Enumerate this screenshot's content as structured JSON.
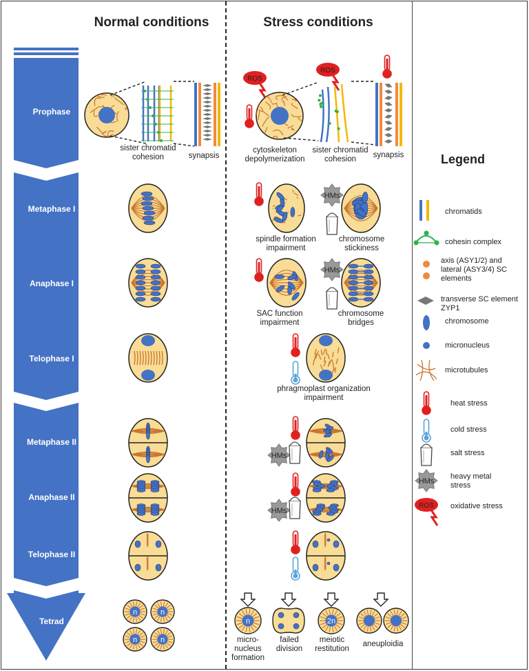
{
  "titles": {
    "normal": "Normal conditions",
    "stress": "Stress conditions",
    "legend": "Legend"
  },
  "stages": [
    "Prophase",
    "Metaphase I",
    "Anaphase I",
    "Telophase I",
    "Metaphase II",
    "Anaphase II",
    "Telophase II",
    "Tetrad"
  ],
  "normal_captions": {
    "cohesion": "sister chromatid cohesion",
    "synapsis": "synapsis"
  },
  "stress_captions": {
    "cytoskeleton": "cytoskeleton depolymerization",
    "cohesion": "sister chromatid cohesion",
    "synapsis": "synapsis",
    "spindle": "spindle formation impairment",
    "stickiness": "chromosome stickiness",
    "sac": "SAC function impairment",
    "bridges": "chromosome bridges",
    "phragmoplast": "phragmoplast organization impairment",
    "micronucleus": "micro-nucleus formation",
    "failed": "failed division",
    "restitution": "meiotic restitution",
    "aneuploidia": "aneuploidia"
  },
  "badges": {
    "ros": "ROS",
    "hms": "HMs",
    "n": "n",
    "twon": "2n"
  },
  "legend": [
    {
      "icon": "chromatids-icon",
      "label": "chromatids"
    },
    {
      "icon": "cohesin-icon",
      "label": "cohesin complex"
    },
    {
      "icon": "axis-elements-icon",
      "label": "axis (ASY1/2) and lateral (ASY3/4) SC elements"
    },
    {
      "icon": "transverse-element-icon",
      "label": "transverse SC element ZYP1"
    },
    {
      "icon": "chromosome-icon",
      "label": "chromosome"
    },
    {
      "icon": "micronucleus-icon",
      "label": "micronucleus"
    },
    {
      "icon": "microtubules-icon",
      "label": "microtubules"
    },
    {
      "icon": "heat-stress-icon",
      "label": "heat stress"
    },
    {
      "icon": "cold-stress-icon",
      "label": "cold stress"
    },
    {
      "icon": "salt-stress-icon",
      "label": "salt stress"
    },
    {
      "icon": "heavy-metal-icon",
      "label": "heavy metal stress"
    },
    {
      "icon": "oxidative-stress-icon",
      "label": "oxidative stress"
    }
  ],
  "colors": {
    "arrow": "#4472C4",
    "cell": "#F9DC95",
    "chromosome": "#4472C4",
    "microtubule": "#C8742E",
    "chromatid_yellow": "#F2B800",
    "heat": "#E02020",
    "cold": "#5BA3D9",
    "cohesin": "#2DB34A",
    "axis": "#F08A3A"
  }
}
